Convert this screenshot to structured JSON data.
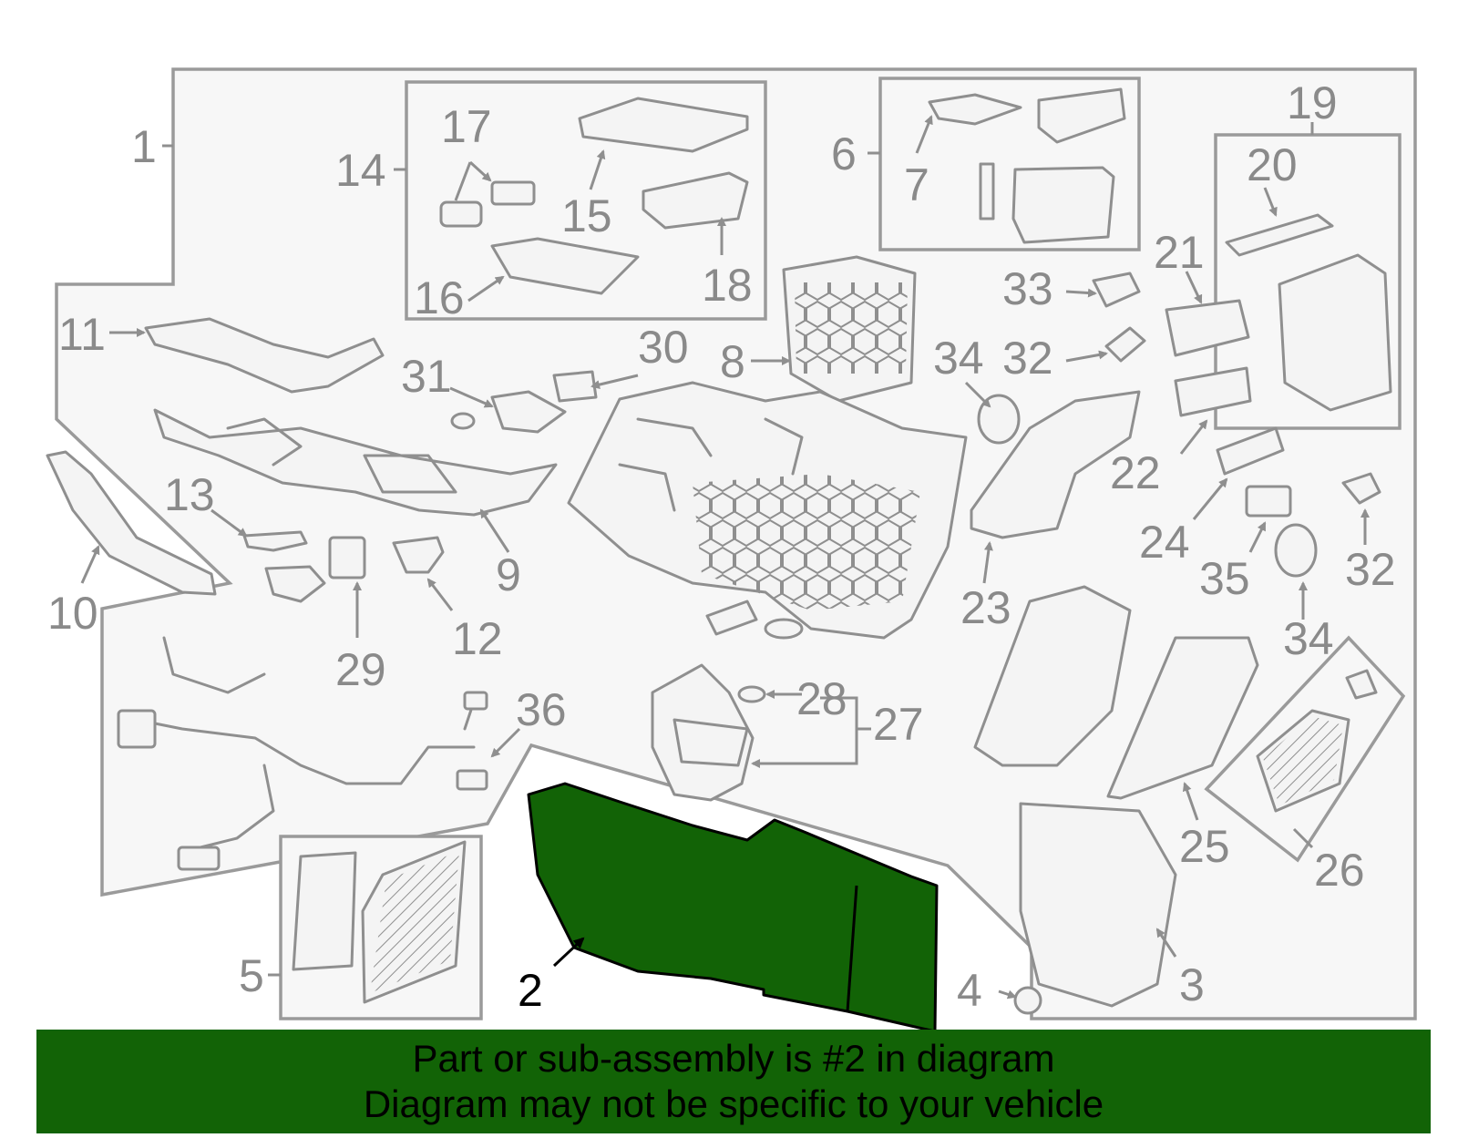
{
  "diagram": {
    "highlight_color": "#126306",
    "callouts": [
      "1",
      "2",
      "3",
      "4",
      "5",
      "6",
      "7",
      "8",
      "9",
      "10",
      "11",
      "12",
      "13",
      "14",
      "15",
      "16",
      "17",
      "18",
      "19",
      "20",
      "21",
      "22",
      "23",
      "24",
      "25",
      "26",
      "27",
      "28",
      "29",
      "30",
      "31",
      "32",
      "33",
      "34",
      "35",
      "36"
    ],
    "repeated_callouts": {
      "32_second": "32",
      "34_second": "34"
    }
  },
  "banner": {
    "line1": "Part or sub-assembly is #2 in diagram",
    "line2": "Diagram may not be specific to your vehicle"
  }
}
